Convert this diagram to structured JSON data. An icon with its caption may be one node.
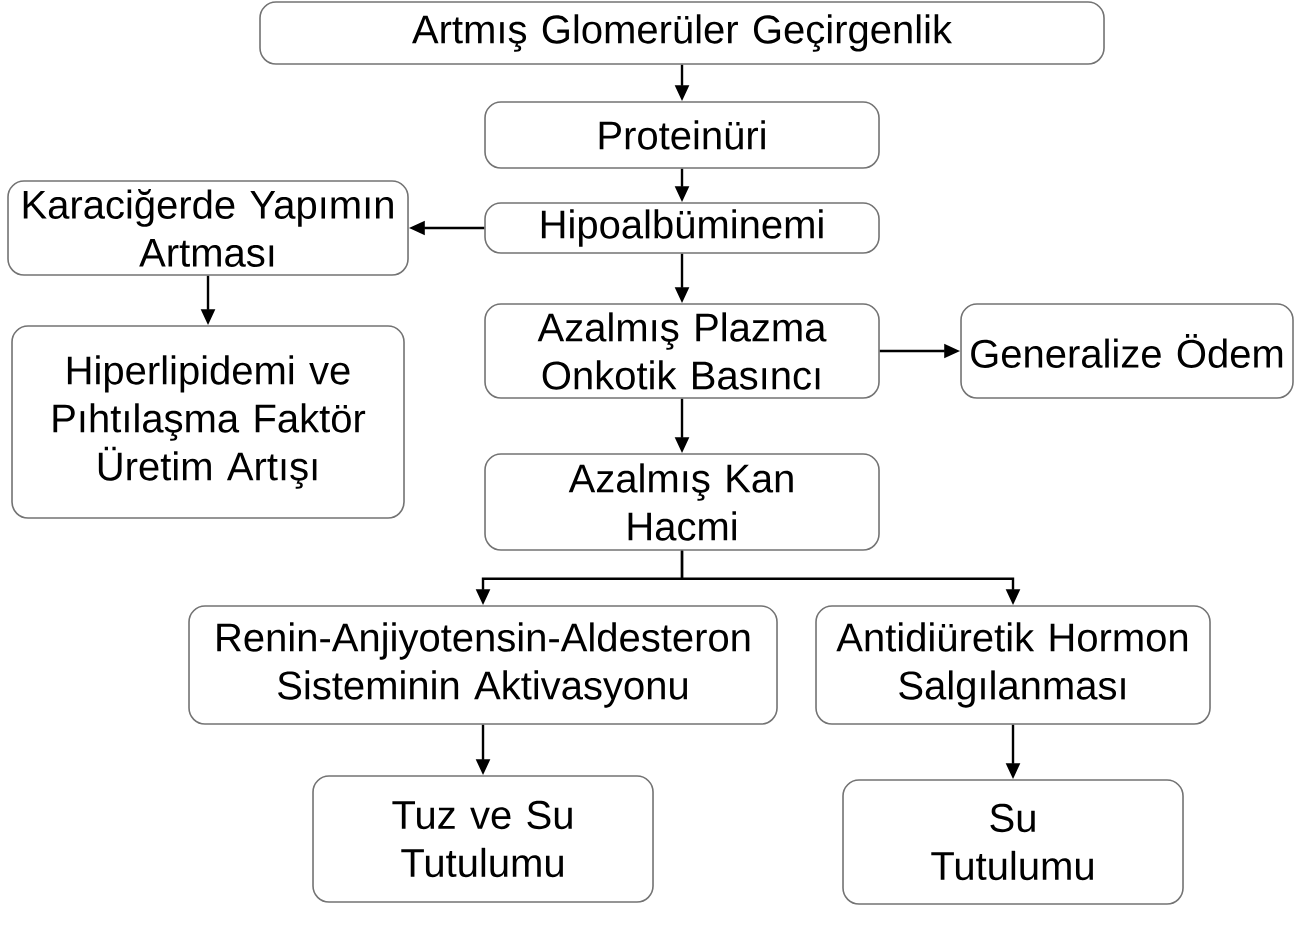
{
  "diagram": {
    "nodes": [
      {
        "text": [
          "Artmış Glomerüler Geçirgenlik"
        ]
      },
      {
        "text": [
          "Proteinüri"
        ]
      },
      {
        "text": [
          "Karaciğerde Yapımın Artması"
        ]
      },
      {
        "text": [
          "Hipoalbüminemi"
        ]
      },
      {
        "text": [
          "Hiperlipidemi ve Pıhtılaşma Faktör Üretim Artışı"
        ]
      },
      {
        "text": [
          "Azalmış Plazma Onkotik Basıncı"
        ]
      },
      {
        "text": [
          "Generalize Ödem"
        ]
      },
      {
        "text": [
          "Azalmış Kan Hacmi"
        ]
      },
      {
        "text": [
          "Renin-Anjiyotensin-Aldesteron Sisteminin Aktivasyonu"
        ]
      },
      {
        "text": [
          "Antidiüretik Hormon Salgılanması"
        ]
      },
      {
        "text": [
          "Tuz ve Su Tutulumu"
        ]
      },
      {
        "text": [
          "Su Tutulumu"
        ]
      }
    ],
    "edges": [
      {
        "from": 0,
        "to": 1,
        "arrow": "to"
      },
      {
        "from": 1,
        "to": 3,
        "arrow": "to"
      },
      {
        "from": 3,
        "to": 2,
        "arrow": "to"
      },
      {
        "from": 2,
        "to": 4,
        "arrow": "to"
      },
      {
        "from": 3,
        "to": 5,
        "arrow": "to"
      },
      {
        "from": 5,
        "to": 6,
        "arrow": "to"
      },
      {
        "from": 5,
        "to": 7,
        "arrow": "to"
      },
      {
        "from": 7,
        "to": 8,
        "arrow": "to"
      },
      {
        "from": 7,
        "to": 9,
        "arrow": "to"
      },
      {
        "from": 8,
        "to": 10,
        "arrow": "to"
      },
      {
        "from": 9,
        "to": 11,
        "arrow": "to"
      }
    ]
  }
}
